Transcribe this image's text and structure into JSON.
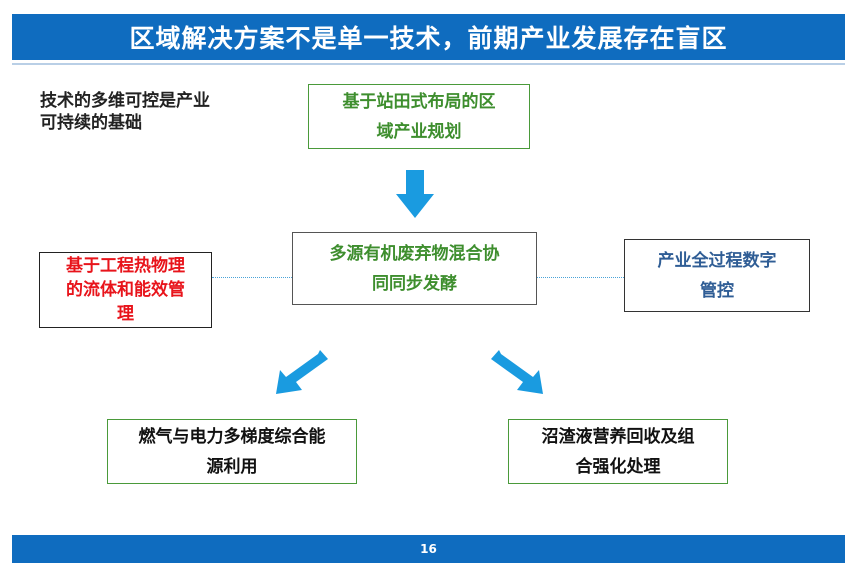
{
  "header": {
    "title": "区域解决方案不是单一技术，前期产业发展存在盲区"
  },
  "side_note": {
    "lines": [
      "技术的多维可控是产业",
      "可持续的基础"
    ]
  },
  "boxes": {
    "top": [
      "基于站田式布局的区",
      "域产业规划"
    ],
    "center": [
      "多源有机废弃物混合协",
      "同同步发酵"
    ],
    "left": [
      "基于工程热物理",
      "的流体和能效管",
      "理"
    ],
    "right": [
      "产业全过程数字",
      "管控"
    ],
    "bottom_left": [
      "燃气与电力多梯度综合能",
      "源利用"
    ],
    "bottom_right": [
      "沼渣液营养回收及组",
      "合强化处理"
    ]
  },
  "colors": {
    "title_bar": "#0f6cbf",
    "arrow": "#1a9be0",
    "green_text": "#3e8e2e",
    "red_text": "#e8141b",
    "blue_text": "#2f5d95"
  },
  "footer": {
    "page_number": "16"
  }
}
